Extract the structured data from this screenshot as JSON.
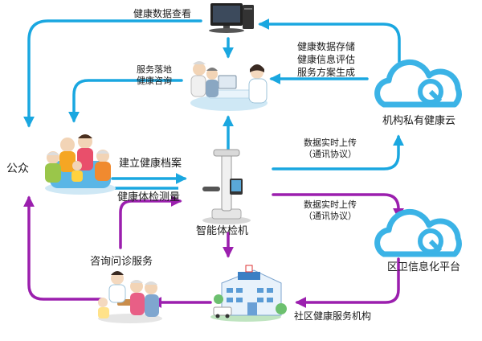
{
  "labels": {
    "data_view": "健康数据查看",
    "cloud_tasks": [
      "健康数据存储",
      "健康信息评估",
      "服务方案生成"
    ],
    "service_landing": [
      "服务落地",
      "健康咨询"
    ],
    "private_cloud": "机构私有健康云",
    "public": "公众",
    "build_record": "建立健康档案",
    "health_check": "健康体检测量",
    "realtime_upload_1": [
      "数据实时上传",
      "（通讯协议）"
    ],
    "realtime_upload_2": [
      "数据实时上传",
      "（通讯协议）"
    ],
    "smart_machine": "智能体检机",
    "district_platform": "区卫信息化平台",
    "consult_service": "咨询问诊服务",
    "community_org": "社区健康服务机构"
  },
  "colors": {
    "blue_arrow": "#1aa7e0",
    "purple_arrow": "#9b1fae",
    "cloud": "#3bb3e6"
  },
  "icons": {
    "computer": "computer-icon",
    "consult_scene": "doctor-consult-icon",
    "private_cloud": "cloud-icon",
    "family": "family-icon",
    "machine": "health-kiosk-icon",
    "district_cloud": "cloud-icon",
    "consult_elderly": "elderly-consult-icon",
    "hospital": "hospital-icon"
  }
}
